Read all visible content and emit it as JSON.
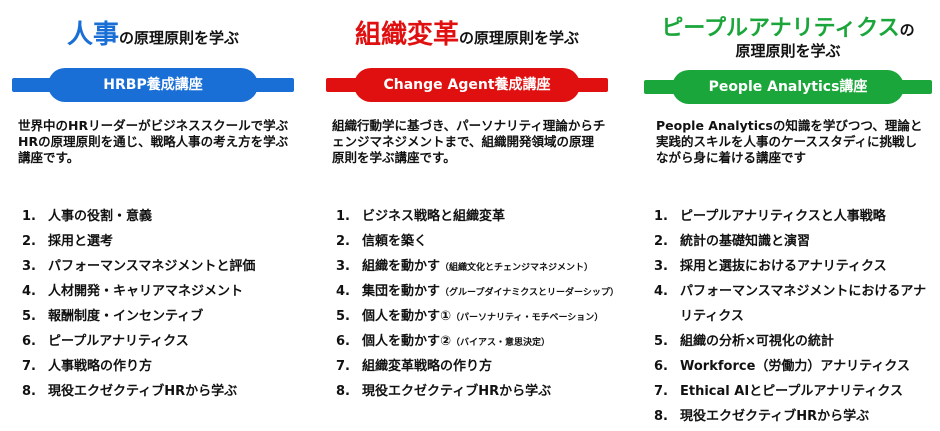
{
  "columns": [
    {
      "heading_em": "人事",
      "heading_rest": "の原理原則を学ぶ",
      "heading_color": "#1a6fd6",
      "banner_label": "HRBP養成講座",
      "banner_color": "#1a6fd6",
      "description": "世界中のHRリーダーがビジネススクールで学ぶHRの原理原則を通じ、戦略人事の考え方を学ぶ講座です。",
      "items": [
        {
          "num": "1.",
          "text": "人事の役割・意義",
          "note": ""
        },
        {
          "num": "2.",
          "text": "採用と選考",
          "note": ""
        },
        {
          "num": "3.",
          "text": "パフォーマンスマネジメントと評価",
          "note": ""
        },
        {
          "num": "4.",
          "text": "人材開発・キャリアマネジメント",
          "note": ""
        },
        {
          "num": "5.",
          "text": "報酬制度・インセンティブ",
          "note": ""
        },
        {
          "num": "6.",
          "text": "ピープルアナリティクス",
          "note": ""
        },
        {
          "num": "7.",
          "text": "人事戦略の作り方",
          "note": ""
        },
        {
          "num": "8.",
          "text": "現役エクゼクティブHRから学ぶ",
          "note": ""
        }
      ]
    },
    {
      "heading_em": "組織変革",
      "heading_rest": "の原理原則を学ぶ",
      "heading_color": "#e01010",
      "banner_label": "Change Agent養成講座",
      "banner_color": "#e01010",
      "description": "組織行動学に基づき、パーソナリティ理論からチェンジマネジメントまで、組織開発領域の原理原則を学ぶ講座です。",
      "items": [
        {
          "num": "1.",
          "text": "ビジネス戦略と組織変革",
          "note": ""
        },
        {
          "num": "2.",
          "text": "信頼を築く",
          "note": ""
        },
        {
          "num": "3.",
          "text": "組織を動かす",
          "note": "（組織文化とチェンジマネジメント）"
        },
        {
          "num": "4.",
          "text": "集団を動かす",
          "note": "（グループダイナミクスとリーダーシップ）"
        },
        {
          "num": "5.",
          "text": "個人を動かす①",
          "note": "（パーソナリティ・モチベーション）"
        },
        {
          "num": "6.",
          "text": "個人を動かす②",
          "note": "（バイアス・意思決定）"
        },
        {
          "num": "7.",
          "text": "組織変革戦略の作り方",
          "note": ""
        },
        {
          "num": "8.",
          "text": "現役エクゼクティブHRから学ぶ",
          "note": ""
        }
      ]
    },
    {
      "heading_em": "ピープルアナリティクス",
      "heading_rest": "の",
      "heading_line2": "原理原則を学ぶ",
      "heading_color": "#1aa63a",
      "banner_label": "People Analytics講座",
      "banner_color": "#1aa63a",
      "description": "People Analyticsの知識を学びつつ、理論と実践的スキルを人事のケーススタディに挑戦しながら身に着ける講座です",
      "items": [
        {
          "num": "1.",
          "text": "ピープルアナリティクスと人事戦略",
          "note": ""
        },
        {
          "num": "2.",
          "text": "統計の基礎知識と演習",
          "note": ""
        },
        {
          "num": "3.",
          "text": "採用と選抜におけるアナリティクス",
          "note": ""
        },
        {
          "num": "4.",
          "text": "パフォーマンスマネジメントにおけるアナ",
          "note": "",
          "cont": "リティクス"
        },
        {
          "num": "5.",
          "text": "組織の分析×可視化の統計",
          "note": ""
        },
        {
          "num": "6.",
          "text": "Workforce（労働力）アナリティクス",
          "note": ""
        },
        {
          "num": "7.",
          "text": "Ethical AIとピープルアナリティクス",
          "note": ""
        },
        {
          "num": "8.",
          "text": "現役エクゼクティブHRから学ぶ",
          "note": ""
        }
      ]
    }
  ]
}
